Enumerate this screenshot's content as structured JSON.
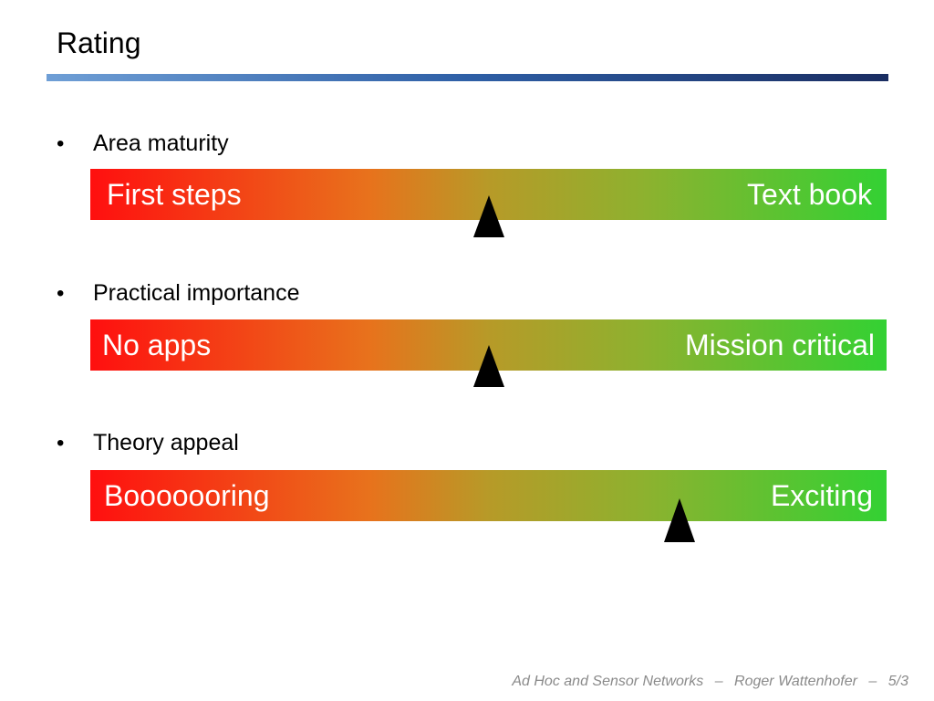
{
  "slide": {
    "title": "Rating"
  },
  "ratings": [
    {
      "label": "Area maturity",
      "left": "First steps",
      "right": "Text book",
      "value": 0.5
    },
    {
      "label": "Practical importance",
      "left": "No apps",
      "right": "Mission critical",
      "value": 0.5
    },
    {
      "label": "Theory appeal",
      "left": "Booooooring",
      "right": "Exciting",
      "value": 0.74
    }
  ],
  "bullet_symbol": "•",
  "footer": {
    "course": "Ad Hoc and Sensor Networks",
    "separator": "–",
    "author": "Roger Wattenhofer",
    "page": "5/3"
  },
  "colors": {
    "bar_start": "#ff0f0f",
    "bar_end": "#33d133",
    "rule_dark": "#1a2d62",
    "rule_light": "#6f9fd6"
  },
  "icons": {
    "marker": "triangle-marker-icon"
  }
}
